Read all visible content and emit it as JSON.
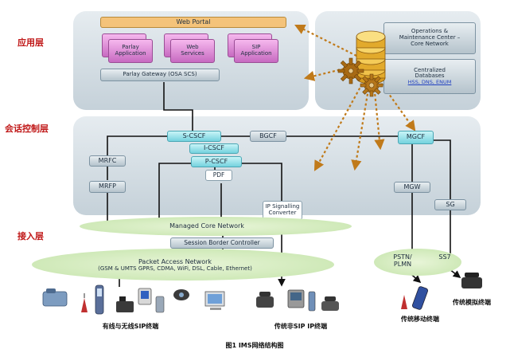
{
  "layers": {
    "application": "应用层",
    "session_control": "会话控制层",
    "access": "接入层"
  },
  "app": {
    "web_portal": "Web Portal",
    "parlay_app": "Parlay\nApplication",
    "web_services": "Web\nServices",
    "sip_app": "SIP\nApplication",
    "parlay_gateway": "Parlay Gateway (OSA SCS)"
  },
  "oss": {
    "ops_center": "Operations &\nMaintenance Center –\nCore Network",
    "databases": "Centralized\nDatabases",
    "databases_sub": "HSS, DNS, ENUM"
  },
  "control": {
    "s_cscf": "S-CSCF",
    "i_cscf": "I-CSCF",
    "p_cscf": "P-CSCF",
    "pdf": "PDF",
    "bgcf": "BGCF",
    "mgcf": "MGCF",
    "mrfc": "MRFC",
    "mrfp": "MRFP",
    "mgw": "MGW",
    "sg": "SG",
    "ip_signalling": "IP Signalling\nConverter"
  },
  "access": {
    "managed_core": "Managed Core Network",
    "sbc": "Session Border Controller",
    "packet_access": "Packet Access Network",
    "packet_access_sub": "(GSM & UMTS GPRS, CDMA, WiFi, DSL, Cable, Ethernet)",
    "pstn": "PSTN/\nPLMN",
    "ss7": "SS7"
  },
  "terminals": {
    "sip_terminals": "有线与无线SIP终端",
    "non_sip": "传统非SIP IP终端",
    "mobile": "传统移动终端",
    "analog": "传统模拟终端"
  },
  "caption": "图1 IMS网络结构图",
  "colors": {
    "panel": "#d4dde3",
    "cyan_node": "#8fdde6",
    "pink_node": "#d680d0",
    "orange_node": "#f4c37a",
    "cloud": "#cfe9b8",
    "arrow": "#c07a1a",
    "layer_label": "#c01818"
  }
}
